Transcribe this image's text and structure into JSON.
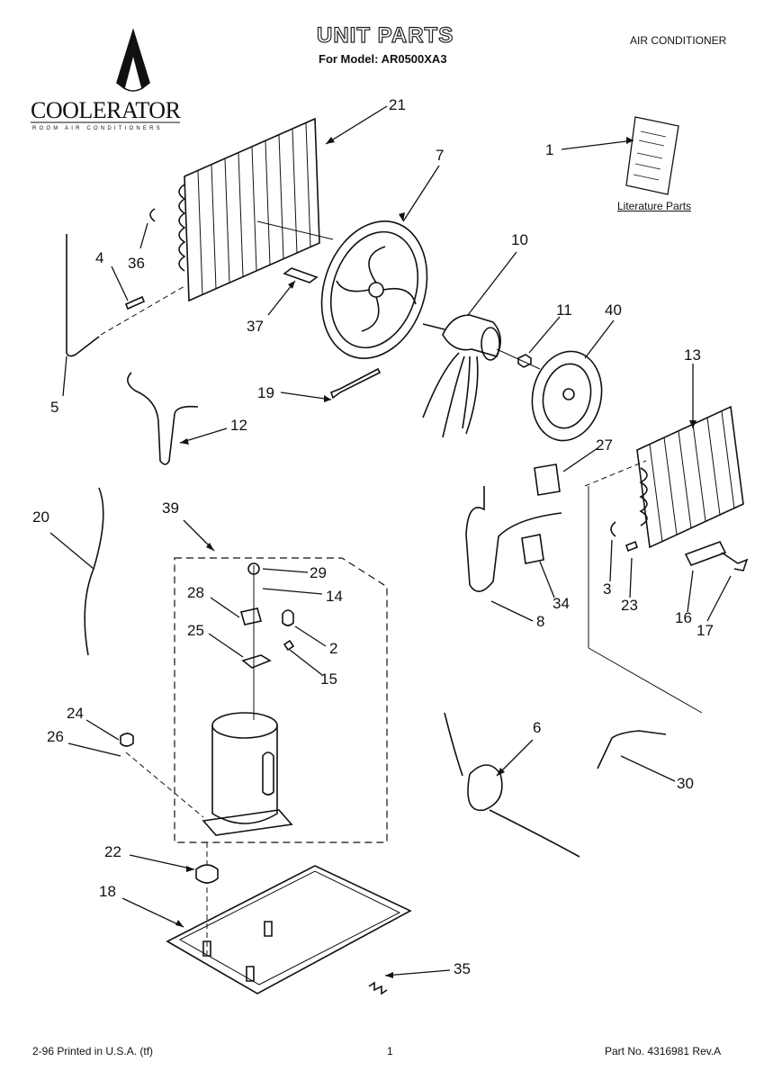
{
  "header": {
    "title": "UNIT PARTS",
    "subtitle": "For Model: AR0500XA3",
    "doc_type": "AIR CONDITIONER"
  },
  "brand": {
    "name": "COOLERATOR",
    "tagline": "ROOM AIR CONDITIONERS"
  },
  "literature_label": "Literature Parts",
  "callouts": [
    "21",
    "1",
    "7",
    "36",
    "4",
    "10",
    "11",
    "40",
    "37",
    "5",
    "19",
    "12",
    "13",
    "27",
    "20",
    "39",
    "29",
    "14",
    "28",
    "2",
    "25",
    "15",
    "8",
    "34",
    "3",
    "23",
    "16",
    "17",
    "24",
    "26",
    "6",
    "30",
    "22",
    "18",
    "35"
  ],
  "footer": {
    "left": "2-96 Printed in U.S.A. (tf)",
    "center": "1",
    "right": "Part No. 4316981 Rev.A"
  }
}
